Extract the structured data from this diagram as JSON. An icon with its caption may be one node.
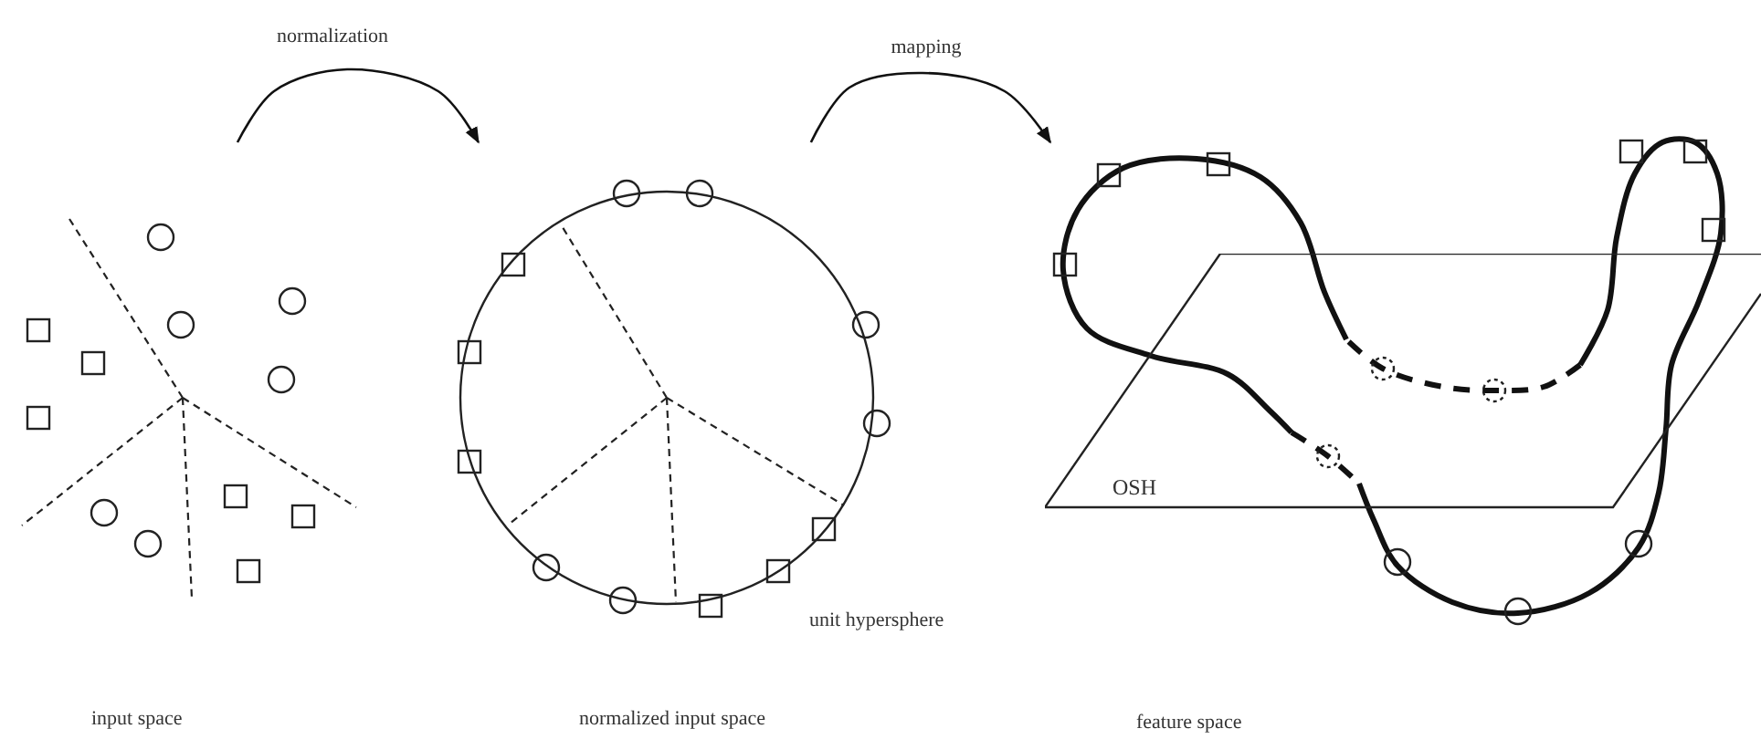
{
  "diagram": {
    "nodes": [
      {
        "text": [],
        "shape": "picture"
      },
      {
        "text": [],
        "shape": "circle",
        "beside": [
          "unit hypersphere"
        ]
      },
      {
        "text": [],
        "shape": "picture"
      },
      {
        "text": [
          "OSH"
        ],
        "in": 2
      }
    ],
    "edges": [
      {
        "from": 0,
        "to": 1,
        "arrow": "to",
        "label": "normalization"
      },
      {
        "from": 1,
        "to": 2,
        "arrow": "to",
        "label": "mapping"
      }
    ],
    "labels": [
      "input space",
      "normalized input space",
      "feature space"
    ]
  }
}
